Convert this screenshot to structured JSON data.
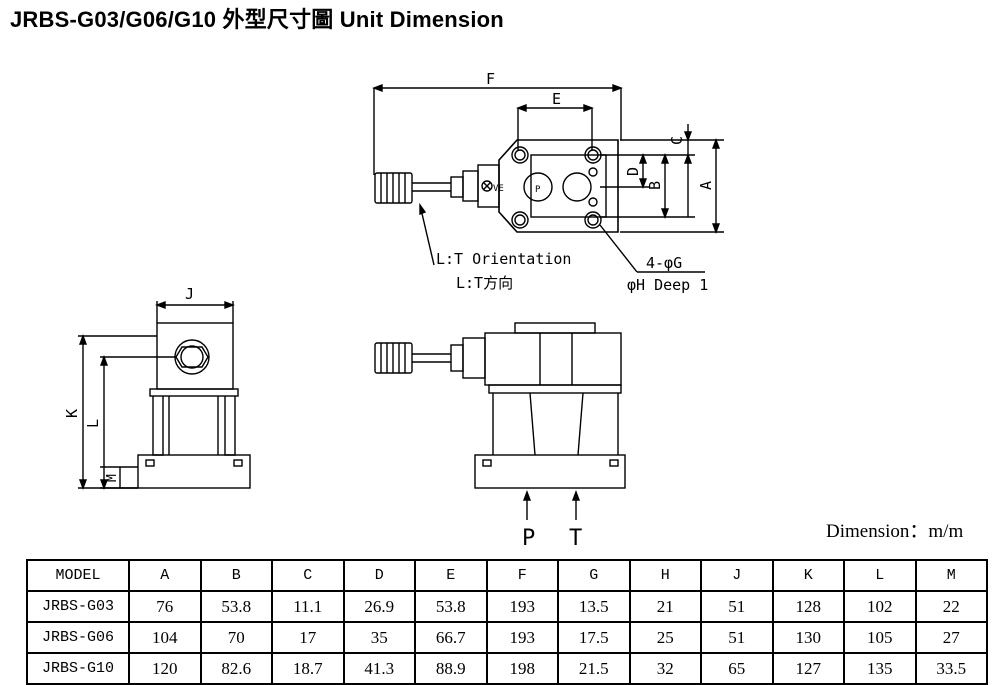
{
  "title": "JRBS-G03/G06/G10 外型尺寸圖 Unit Dimension",
  "drawing_labels": {
    "F": "F",
    "E": "E",
    "C": "C",
    "D": "D",
    "B": "B",
    "A": "A",
    "J": "J",
    "K": "K",
    "L": "L",
    "M": "M",
    "P": "P",
    "T": "T",
    "orientation_en": "L:T Orientation",
    "orientation_zh": "L:T方向",
    "hole_spec_1": "4-φG",
    "hole_spec_2": "φH Deep 1",
    "ve": "VE",
    "p_port": "P"
  },
  "unit_note": "Dimension：m/m",
  "table": {
    "headers": [
      "MODEL",
      "A",
      "B",
      "C",
      "D",
      "E",
      "F",
      "G",
      "H",
      "J",
      "K",
      "L",
      "M"
    ],
    "rows": [
      [
        "JRBS-G03",
        "76",
        "53.8",
        "11.1",
        "26.9",
        "53.8",
        "193",
        "13.5",
        "21",
        "51",
        "128",
        "102",
        "22"
      ],
      [
        "JRBS-G06",
        "104",
        "70",
        "17",
        "35",
        "66.7",
        "193",
        "17.5",
        "25",
        "51",
        "130",
        "105",
        "27"
      ],
      [
        "JRBS-G10",
        "120",
        "82.6",
        "18.7",
        "41.3",
        "88.9",
        "198",
        "21.5",
        "32",
        "65",
        "127",
        "135",
        "33.5"
      ]
    ]
  }
}
